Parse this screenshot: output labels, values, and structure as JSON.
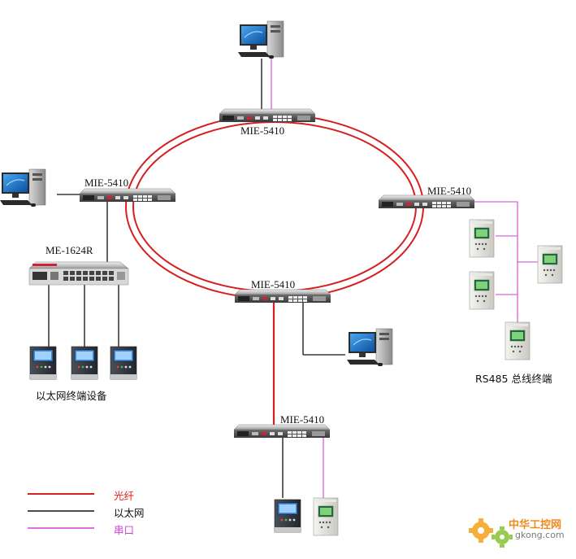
{
  "switch_label": "MIE-5410",
  "ethernet_switch_label": "ME-1624R",
  "ethernet_terminals_label": "以太网终端设备",
  "rs485_label": "RS485 总线终端",
  "legend": {
    "fiber": "光纤",
    "ethernet": "以太网",
    "serial": "串口"
  },
  "colors": {
    "fiber": "#d42020",
    "ethernet": "#111111",
    "serial": "#cc44cc",
    "fiber_legend_text": "#e0201e",
    "serial_legend_text": "#cc44cc"
  },
  "watermark": {
    "text": "中华工控网",
    "url": "gkong.com"
  }
}
